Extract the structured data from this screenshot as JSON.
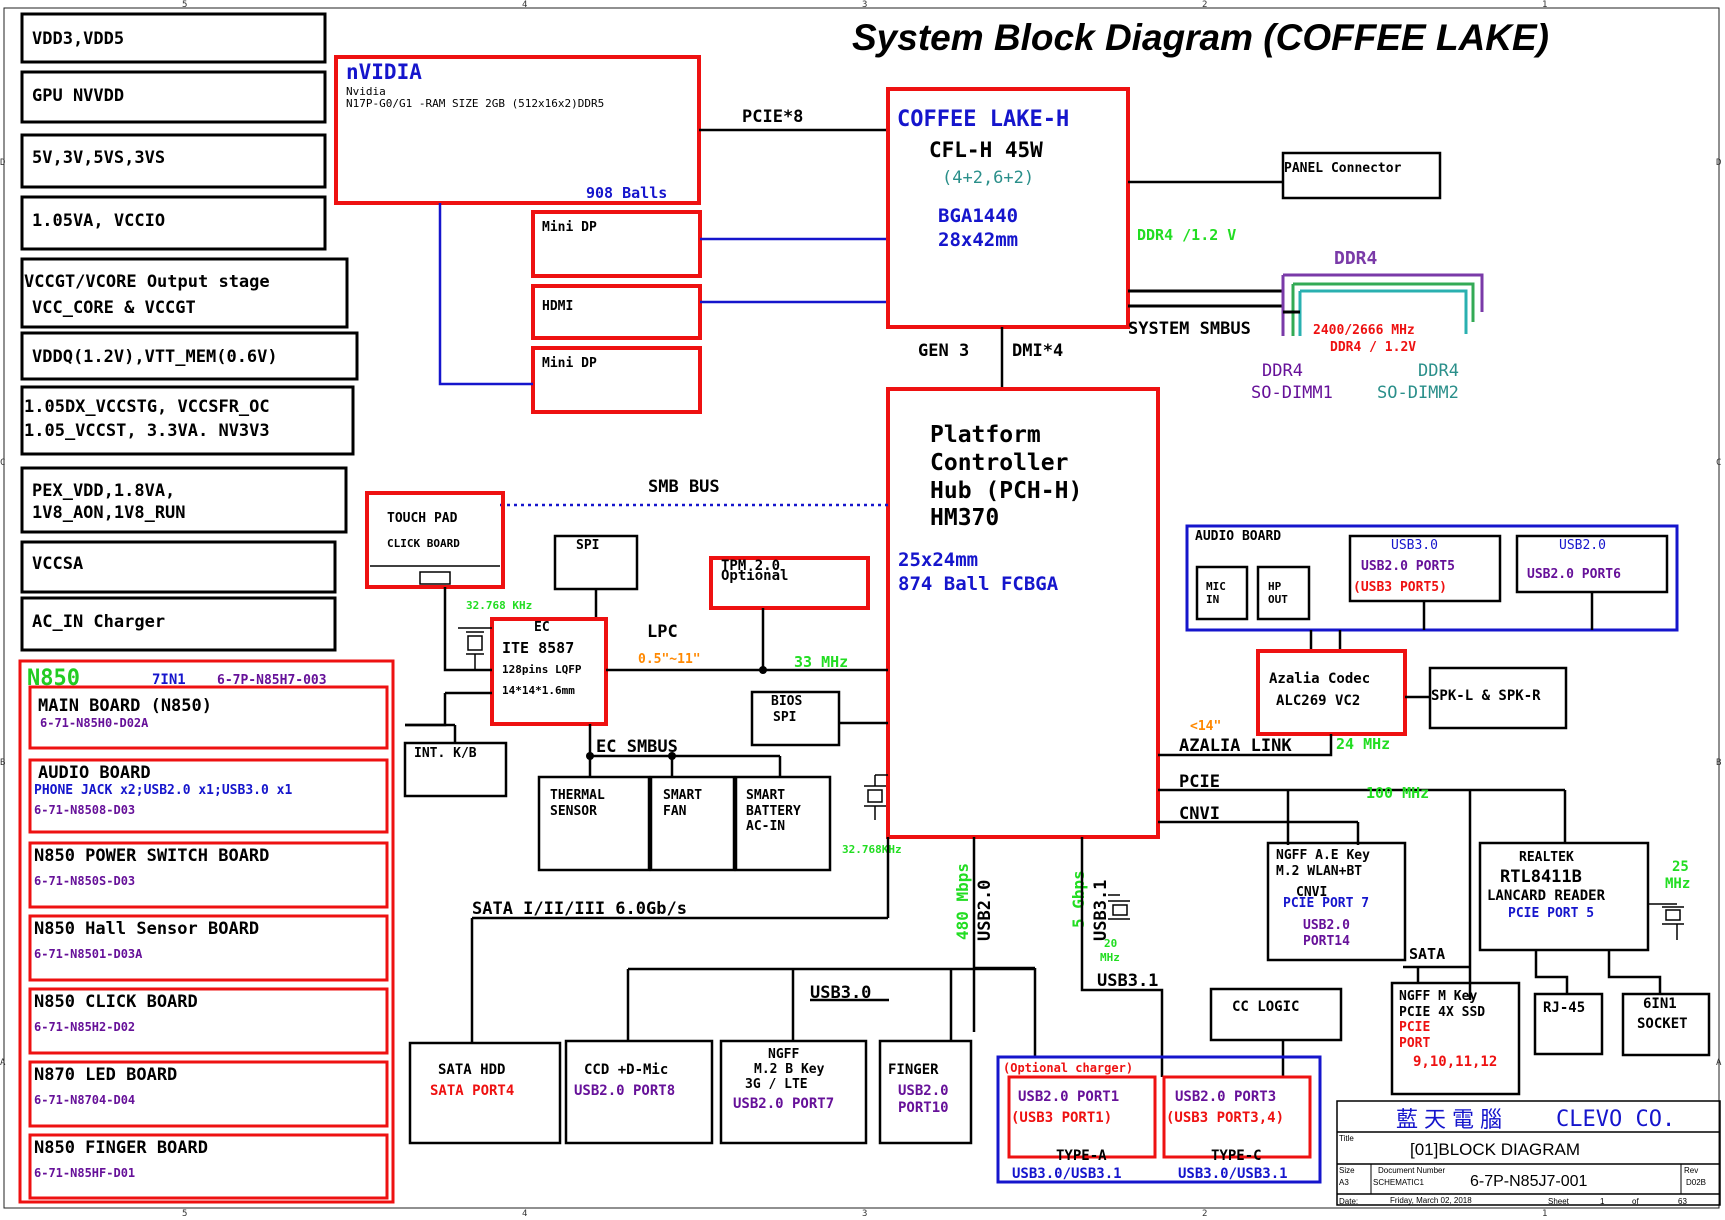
{
  "title": "System Block Diagram (COFFEE LAKE)",
  "border_marks": {
    "top": [
      "5",
      "4",
      "3",
      "2",
      "1"
    ],
    "bottom": [
      "5",
      "4",
      "3",
      "2",
      "1"
    ],
    "left": [
      "D",
      "C",
      "B",
      "A"
    ],
    "right": [
      "D",
      "C",
      "B",
      "A"
    ]
  },
  "power_rails": [
    {
      "lines": [
        "VDD3,VDD5"
      ]
    },
    {
      "lines": [
        "GPU NVVDD"
      ]
    },
    {
      "lines": [
        "5V,3V,5VS,3VS"
      ]
    },
    {
      "lines": [
        "1.05VA, VCCIO"
      ]
    },
    {
      "lines": [
        "VCCGT/VCORE Output stage",
        "VCC_CORE & VCCGT"
      ]
    },
    {
      "lines": [
        "VDDQ(1.2V),VTT_MEM(0.6V)"
      ]
    },
    {
      "lines": [
        "1.05DX_VCCSTG, VCCSFR_OC",
        "1.05_VCCST, 3.3VA. NV3V3"
      ]
    },
    {
      "lines": [
        "PEX_VDD,1.8VA,",
        "1V8_AON,1V8_RUN"
      ]
    },
    {
      "lines": [
        "VCCSA"
      ]
    },
    {
      "lines": [
        "AC_IN Charger"
      ]
    }
  ],
  "boards": {
    "model": "N850",
    "model_sub": "7IN1",
    "model_pn": "6-7P-N85H7-003",
    "items": [
      {
        "name": "MAIN BOARD   (N850)",
        "desc": "",
        "pn": "6-71-N85H0-D02A"
      },
      {
        "name": "AUDIO BOARD",
        "desc": "PHONE JACK x2;USB2.0 x1;USB3.0 x1",
        "pn": "6-71-N8508-D03"
      },
      {
        "name": "N850 POWER SWITCH BOARD",
        "desc": "",
        "pn": "6-71-N850S-D03"
      },
      {
        "name": "N850 Hall Sensor BOARD",
        "desc": "",
        "pn": "6-71-N8501-D03A"
      },
      {
        "name": "N850 CLICK BOARD",
        "desc": "",
        "pn": "6-71-N85H2-D02"
      },
      {
        "name": "N870 LED BOARD",
        "desc": "",
        "pn": "6-71-N8704-D04"
      },
      {
        "name": "N850 FINGER BOARD",
        "desc": "",
        "pn": "6-71-N85HF-D01"
      }
    ]
  },
  "gpu": {
    "brand": "nVIDIA",
    "vendor": "Nvidia",
    "desc": "N17P-G0/G1 -RAM SIZE 2GB (512x16x2)DDR5",
    "balls": "908 Balls"
  },
  "video_outputs": [
    "Mini DP",
    "HDMI",
    "Mini DP"
  ],
  "cpu": {
    "name": "COFFEE LAKE-H",
    "model": "CFL-H 45W",
    "cores": "(4+2,6+2)",
    "package": "BGA1440",
    "size": "28x42mm"
  },
  "links": {
    "pcie_gpu": "PCIE*8",
    "gen3": "GEN 3",
    "dmi": "DMI*4",
    "ddr4_volt": "DDR4 /1.2 V",
    "system_smbus": "SYSTEM SMBUS",
    "smb_bus": "SMB BUS",
    "lpc": "LPC",
    "lpc_len": "0.5\"~11\"",
    "lpc_clk": "33 MHz",
    "ec_smbus": "EC SMBUS",
    "azalia": "AZALIA LINK",
    "azalia_len": "<14\"",
    "azalia_clk": "24 MHz",
    "pcie": "PCIE",
    "pcie_clk": "100 MHz",
    "cnvi": "CNVI",
    "sata": "SATA I/II/III 6.0Gb/s",
    "usb3": "USB3.0",
    "usb2_speed": "480 Mbps",
    "usb2": "USB2.0",
    "usb31_speed": "5 Gbps",
    "usb31": "USB3.1",
    "usb31_bottom": "USB3.1",
    "sata_right": "SATA",
    "rtc_xtal": "32.768KHz",
    "ec_xtal": "32.768 KHz",
    "xtal_20": "20",
    "xtal_20_unit": "MHz",
    "lan_clk": "25",
    "lan_clk_unit": "MHz"
  },
  "panel": "PANEL Connector",
  "ddr4": {
    "title": "DDR4",
    "speed": "2400/2666 MHz",
    "volt": "DDR4 / 1.2V",
    "dimm1": [
      "DDR4",
      "SO-DIMM1"
    ],
    "dimm2": [
      "DDR4",
      "SO-DIMM2"
    ]
  },
  "pch": {
    "lines": [
      "Platform",
      "Controller",
      "Hub (PCH-H)",
      "HM370"
    ],
    "size": "25x24mm",
    "package": "874 Ball FCBGA"
  },
  "touchpad": [
    "TOUCH PAD",
    "CLICK BOARD"
  ],
  "spi": "SPI",
  "tpm": [
    "TPM 2.0",
    "Optional"
  ],
  "ec": {
    "lines": [
      "EC",
      "ITE 8587",
      "128pins LQFP",
      "14*14*1.6mm"
    ]
  },
  "bios_spi": [
    "BIOS",
    "SPI"
  ],
  "int_kb": "INT. K/B",
  "thermal": [
    "THERMAL",
    "SENSOR"
  ],
  "fan": [
    "SMART",
    "FAN"
  ],
  "battery": [
    "SMART",
    "BATTERY",
    "AC-IN"
  ],
  "audio_board": {
    "title": "AUDIO BOARD",
    "mic": [
      "MIC",
      "IN"
    ],
    "hp": [
      "HP",
      "OUT"
    ],
    "usb3_box": [
      "USB3.0",
      "USB2.0 PORT5",
      "(USB3 PORT5)"
    ],
    "usb2_box": [
      "USB2.0",
      "USB2.0 PORT6"
    ]
  },
  "codec": [
    "Azalia Codec",
    "ALC269 VC2"
  ],
  "speaker": "SPK-L & SPK-R",
  "wlan": [
    "NGFF A.E Key",
    "M.2 WLAN+BT",
    "CNVI",
    "PCIE PORT 7",
    "USB2.0",
    "PORT14"
  ],
  "lan": [
    "REALTEK",
    "RTL8411B",
    "LANCARD READER",
    "PCIE PORT 5"
  ],
  "ssd": [
    "NGFF M Key",
    "PCIE 4X SSD",
    "PCIE",
    "PORT",
    "9,10,11,12"
  ],
  "rj45": "RJ-45",
  "card_socket": [
    "6IN1",
    "SOCKET"
  ],
  "cc_logic": "CC LOGIC",
  "bottom_devices": [
    {
      "lines": [
        "SATA HDD"
      ],
      "port": [
        "SATA PORT4"
      ]
    },
    {
      "lines": [
        "CCD +D-Mic"
      ],
      "port": [
        "USB2.0 PORT8"
      ]
    },
    {
      "lines": [
        "NGFF",
        "M.2 B Key",
        "3G / LTE"
      ],
      "port": [
        "USB2.0 PORT7"
      ]
    },
    {
      "lines": [
        "FINGER"
      ],
      "port": [
        "USB2.0",
        "PORT10"
      ]
    }
  ],
  "usb_ports": {
    "group_note": "(Optional charger)",
    "typea": {
      "l1": "USB2.0 PORT1",
      "l2": "(USB3 PORT1)",
      "type": "TYPE-A",
      "spec": "USB3.0/USB3.1"
    },
    "typec": {
      "l1": "USB2.0 PORT3",
      "l2": "(USB3 PORT3,4)",
      "type": "TYPE-C",
      "spec": "USB3.0/USB3.1"
    }
  },
  "title_block": {
    "company_cn": "藍天電腦",
    "company": "CLEVO CO.",
    "title_label": "Title",
    "title": "[01]BLOCK DIAGRAM",
    "size_label": "Size",
    "size": "A3",
    "docnum_label": "Document Number",
    "schematic": "SCHEMATIC1",
    "docnum": "6-7P-N85J7-001",
    "rev_label": "Rev",
    "rev": "D02B",
    "date_label": "Date:",
    "date": "Friday, March 02, 2018",
    "sheet_label": "Sheet",
    "sheet": "1",
    "of_label": "of",
    "total": "63"
  },
  "colors": {
    "red": "#ee1111",
    "blue": "#1515cc",
    "green": "#22dd22",
    "orange": "#ff8800",
    "purple": "#661199",
    "teal": "#2a8f8a",
    "dimm_purple": "#7a3aa8",
    "dimm_green": "#33aa55",
    "dimm_teal": "#2ab0b0"
  }
}
